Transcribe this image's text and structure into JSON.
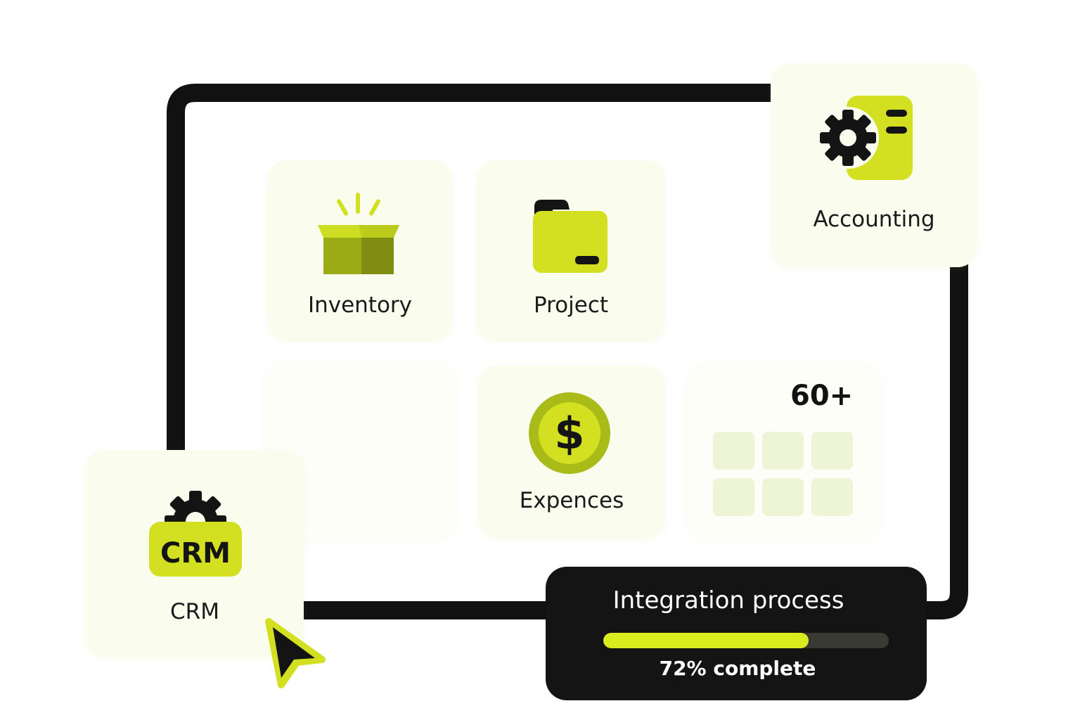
{
  "modules": {
    "inventory": {
      "label": "Inventory",
      "icon": "open-box-icon"
    },
    "project": {
      "label": "Project",
      "icon": "folder-icon"
    },
    "accounting": {
      "label": "Accounting",
      "icon": "gear-document-icon"
    },
    "expences": {
      "label": "Expences",
      "icon": "dollar-coin-icon"
    },
    "more": {
      "count": "60+",
      "icon": "app-grid-icon"
    },
    "crm": {
      "label": "CRM",
      "badge": "CRM",
      "icon": "crm-gear-badge-icon"
    }
  },
  "integration": {
    "title": "Integration process",
    "progress": 0.72,
    "status": "72% complete"
  },
  "colors": {
    "accent": "#d3e021",
    "accent_dark": "#9aab16",
    "dark": "#141414",
    "tile_bg": "#fafcee"
  }
}
